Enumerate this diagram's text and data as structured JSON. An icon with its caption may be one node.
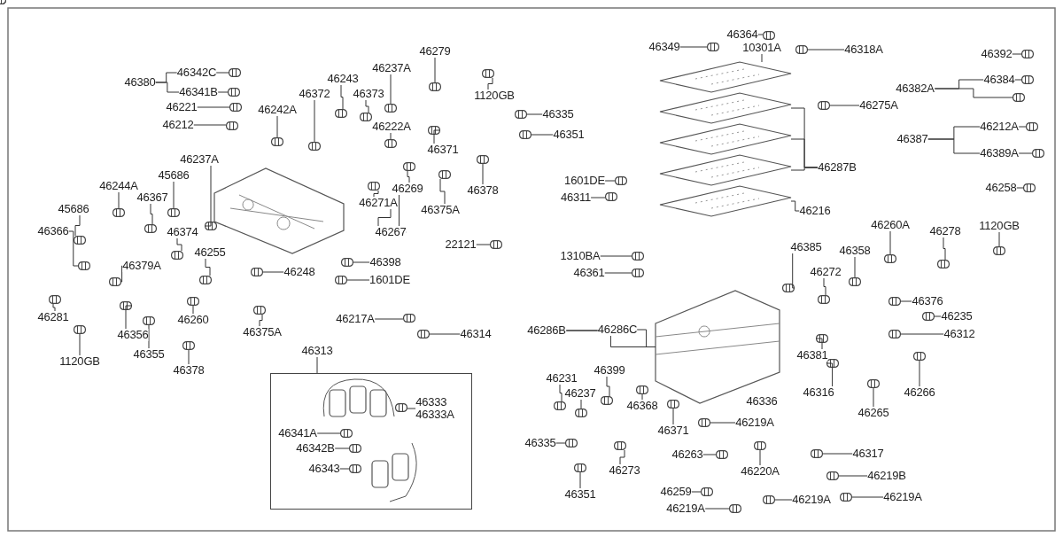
{
  "diagram": {
    "nodes": [
      {
        "text": [
          "46380"
        ]
      },
      {
        "text": [
          "46342C"
        ]
      },
      {
        "text": [
          "46341B"
        ]
      },
      {
        "text": [
          "46221"
        ]
      },
      {
        "text": [
          "46212"
        ]
      },
      {
        "text": [
          "46242A"
        ]
      },
      {
        "text": [
          "46372"
        ]
      },
      {
        "text": [
          "46243"
        ]
      },
      {
        "text": [
          "46373"
        ]
      },
      {
        "text": [
          "46237A"
        ]
      },
      {
        "text": [
          "46222A"
        ]
      },
      {
        "text": [
          "46279"
        ]
      },
      {
        "text": [
          "1120GB"
        ]
      },
      {
        "text": [
          "46335"
        ]
      },
      {
        "text": [
          "46351"
        ]
      },
      {
        "text": [
          "46371"
        ]
      },
      {
        "text": [
          "46378"
        ]
      },
      {
        "text": [
          "46269"
        ]
      },
      {
        "text": [
          "46375A"
        ]
      },
      {
        "text": [
          "46271A"
        ]
      },
      {
        "text": [
          "46267"
        ]
      },
      {
        "text": [
          "22121"
        ]
      },
      {
        "text": [
          "46398"
        ]
      },
      {
        "text": [
          "1601DE"
        ]
      },
      {
        "text": [
          "46237A"
        ]
      },
      {
        "text": [
          "45686"
        ]
      },
      {
        "text": [
          "46244A"
        ]
      },
      {
        "text": [
          "46367"
        ]
      },
      {
        "text": [
          "45686"
        ]
      },
      {
        "text": [
          "46366"
        ]
      },
      {
        "text": [
          "46374"
        ]
      },
      {
        "text": [
          "46379A"
        ]
      },
      {
        "text": [
          "46255"
        ]
      },
      {
        "text": [
          "46248"
        ]
      },
      {
        "text": [
          "46281"
        ]
      },
      {
        "text": [
          "1120GB"
        ]
      },
      {
        "text": [
          "46356"
        ]
      },
      {
        "text": [
          "46355"
        ]
      },
      {
        "text": [
          "46260"
        ]
      },
      {
        "text": [
          "46375A"
        ]
      },
      {
        "text": [
          "46378"
        ]
      },
      {
        "text": [
          "46217A"
        ]
      },
      {
        "text": [
          "46314"
        ]
      },
      {
        "text": [
          "46313"
        ]
      },
      {
        "text": [],
        "shape": "box"
      },
      {
        "text": [
          "46333",
          "46333A"
        ],
        "in": 44
      },
      {
        "text": [
          "46341A"
        ],
        "in": 44
      },
      {
        "text": [
          "46342B"
        ],
        "in": 44
      },
      {
        "text": [
          "46343"
        ],
        "in": 44
      },
      {
        "text": [
          "46349"
        ]
      },
      {
        "text": [
          "46364"
        ]
      },
      {
        "text": [
          "10301A"
        ]
      },
      {
        "text": [
          "46318A"
        ]
      },
      {
        "text": [
          "46275A"
        ]
      },
      {
        "text": [
          "46392"
        ]
      },
      {
        "text": [
          "46382A"
        ]
      },
      {
        "text": [
          "46384"
        ]
      },
      {
        "text": [
          "46387"
        ]
      },
      {
        "text": [
          "46212A"
        ]
      },
      {
        "text": [
          "46389A"
        ]
      },
      {
        "text": [
          "46258"
        ]
      },
      {
        "text": [
          "46287B"
        ]
      },
      {
        "text": [
          "46216"
        ]
      },
      {
        "text": [
          "1601DE"
        ]
      },
      {
        "text": [
          "46311"
        ]
      },
      {
        "text": [
          "1310BA"
        ]
      },
      {
        "text": [
          "46361"
        ]
      },
      {
        "text": [
          "46385"
        ]
      },
      {
        "text": [
          "46358"
        ]
      },
      {
        "text": [
          "46260A"
        ]
      },
      {
        "text": [
          "46278"
        ]
      },
      {
        "text": [
          "1120GB"
        ]
      },
      {
        "text": [
          "46272"
        ]
      },
      {
        "text": [
          "46376"
        ]
      },
      {
        "text": [
          "46235"
        ]
      },
      {
        "text": [
          "46312"
        ]
      },
      {
        "text": [
          "46381"
        ]
      },
      {
        "text": [
          "46316"
        ]
      },
      {
        "text": [
          "46266"
        ]
      },
      {
        "text": [
          "46265"
        ]
      },
      {
        "text": [
          "46336"
        ]
      },
      {
        "text": [
          "46286B"
        ]
      },
      {
        "text": [
          "46286C"
        ]
      },
      {
        "text": [
          "46231"
        ]
      },
      {
        "text": [
          "46237"
        ]
      },
      {
        "text": [
          "46399"
        ]
      },
      {
        "text": [
          "46368"
        ]
      },
      {
        "text": [
          "46371"
        ]
      },
      {
        "text": [
          "46219A"
        ]
      },
      {
        "text": [
          "46335"
        ]
      },
      {
        "text": [
          "46273"
        ]
      },
      {
        "text": [
          "46351"
        ]
      },
      {
        "text": [
          "46263"
        ]
      },
      {
        "text": [
          "46220A"
        ]
      },
      {
        "text": [
          "46317"
        ]
      },
      {
        "text": [
          "46219B"
        ]
      },
      {
        "text": [
          "46259"
        ]
      },
      {
        "text": [
          "46219A"
        ]
      },
      {
        "text": [
          "46219A"
        ]
      },
      {
        "text": [
          "46219A"
        ]
      },
      {
        "text": [],
        "shape": "picture"
      },
      {
        "text": [],
        "shape": "picture"
      },
      {
        "text": [],
        "shape": "picture"
      },
      {
        "text": [],
        "shape": "picture"
      },
      {
        "text": [],
        "shape": "picture"
      },
      {
        "text": [],
        "shape": "picture"
      },
      {
        "text": [],
        "shape": "picture"
      },
      {
        "text": [],
        "shape": "picture"
      },
      {
        "text": [],
        "shape": "picture"
      },
      {
        "text": [],
        "shape": "picture"
      },
      {
        "text": [],
        "shape": "picture"
      },
      {
        "text": [],
        "shape": "picture"
      },
      {
        "text": [],
        "shape": "picture"
      },
      {
        "text": [],
        "shape": "picture"
      },
      {
        "text": [],
        "shape": "picture"
      },
      {
        "text": [],
        "shape": "picture"
      },
      {
        "text": [],
        "shape": "picture"
      },
      {
        "text": [],
        "shape": "picture"
      },
      {
        "text": [],
        "shape": "picture"
      },
      {
        "text": [],
        "shape": "picture"
      },
      {
        "text": [],
        "shape": "picture"
      },
      {
        "text": [],
        "shape": "picture"
      },
      {
        "text": [],
        "shape": "picture"
      },
      {
        "text": [],
        "shape": "picture"
      },
      {
        "text": [],
        "shape": "picture"
      },
      {
        "text": [],
        "shape": "picture"
      },
      {
        "text": [],
        "shape": "picture"
      },
      {
        "text": [],
        "shape": "picture"
      },
      {
        "text": [],
        "shape": "picture"
      },
      {
        "text": [],
        "shape": "picture"
      },
      {
        "text": [],
        "shape": "picture"
      },
      {
        "text": [],
        "shape": "picture"
      },
      {
        "text": [],
        "shape": "picture"
      },
      {
        "text": [],
        "shape": "picture"
      },
      {
        "text": [],
        "shape": "picture"
      },
      {
        "text": [],
        "shape": "picture"
      },
      {
        "text": [],
        "shape": "picture"
      },
      {
        "text": [],
        "shape": "picture"
      },
      {
        "text": [],
        "shape": "picture"
      },
      {
        "text": [],
        "shape": "picture"
      },
      {
        "text": [],
        "shape": "picture"
      },
      {
        "text": [],
        "shape": "picture"
      },
      {
        "text": [],
        "shape": "picture"
      },
      {
        "text": [],
        "shape": "picture"
      },
      {
        "text": [],
        "shape": "picture"
      },
      {
        "text": [],
        "shape": "picture"
      },
      {
        "text": [],
        "shape": "picture"
      },
      {
        "text": [],
        "shape": "picture",
        "in": 44
      },
      {
        "text": [],
        "shape": "picture",
        "in": 44
      },
      {
        "text": [],
        "shape": "picture",
        "in": 44
      },
      {
        "text": [],
        "shape": "picture",
        "in": 44
      },
      {
        "text": [],
        "shape": "picture"
      },
      {
        "text": [],
        "shape": "picture"
      },
      {
        "text": [],
        "shape": "picture"
      },
      {
        "text": [],
        "shape": "picture"
      },
      {
        "text": [],
        "shape": "picture"
      },
      {
        "text": [],
        "shape": "picture"
      },
      {
        "text": [],
        "shape": "picture"
      },
      {
        "text": [],
        "shape": "picture"
      },
      {
        "text": [],
        "shape": "picture"
      },
      {
        "text": [],
        "shape": "picture"
      },
      {
        "text": [],
        "shape": "picture"
      },
      {
        "text": [],
        "shape": "picture"
      },
      {
        "text": [],
        "shape": "picture"
      },
      {
        "text": [],
        "shape": "picture"
      },
      {
        "text": [],
        "shape": "picture"
      },
      {
        "text": [],
        "shape": "picture"
      },
      {
        "text": [],
        "shape": "picture"
      },
      {
        "text": [],
        "shape": "picture"
      },
      {
        "text": [],
        "shape": "picture"
      },
      {
        "text": [],
        "shape": "picture"
      },
      {
        "text": [],
        "shape": "picture"
      },
      {
        "text": [],
        "shape": "picture"
      },
      {
        "text": [],
        "shape": "picture"
      },
      {
        "text": [],
        "shape": "picture"
      },
      {
        "text": [],
        "shape": "picture"
      },
      {
        "text": [],
        "shape": "picture"
      },
      {
        "text": [],
        "shape": "picture"
      },
      {
        "text": [],
        "shape": "picture"
      },
      {
        "text": [],
        "shape": "picture"
      },
      {
        "text": [],
        "shape": "picture"
      },
      {
        "text": [],
        "shape": "picture"
      },
      {
        "text": [],
        "shape": "picture"
      },
      {
        "text": [],
        "shape": "picture"
      },
      {
        "text": [],
        "shape": "picture"
      },
      {
        "text": [],
        "shape": "picture"
      },
      {
        "text": [],
        "shape": "picture"
      },
      {
        "text": [],
        "shape": "picture"
      },
      {
        "text": [],
        "shape": "picture"
      },
      {
        "text": [],
        "shape": "picture"
      },
      {
        "text": [],
        "shape": "picture"
      },
      {
        "text": [],
        "shape": "picture"
      },
      {
        "text": [],
        "shape": "picture"
      },
      {
        "text": [],
        "shape": "picture"
      },
      {
        "text": [],
        "shape": "picture"
      },
      {
        "text": [],
        "shape": "picture"
      },
      {
        "text": [],
        "shape": "picture"
      },
      {
        "text": [],
        "shape": "picture"
      }
    ],
    "edges": [
      {
        "from": 0,
        "to": 1,
        "arrow": "none"
      },
      {
        "from": 0,
        "to": 2,
        "arrow": "none"
      },
      {
        "from": 1,
        "to": 106,
        "arrow": "none"
      },
      {
        "from": 2,
        "to": 107,
        "arrow": "none"
      },
      {
        "from": 3,
        "to": 108,
        "arrow": "none"
      },
      {
        "from": 4,
        "to": 109,
        "arrow": "none"
      },
      {
        "from": 5,
        "to": 110,
        "arrow": "none"
      },
      {
        "from": 6,
        "to": 111,
        "arrow": "none"
      },
      {
        "from": 7,
        "to": 112,
        "arrow": "none"
      },
      {
        "from": 8,
        "to": 113,
        "arrow": "none"
      },
      {
        "from": 9,
        "to": 114,
        "arrow": "none"
      },
      {
        "from": 10,
        "to": 115,
        "arrow": "none"
      },
      {
        "from": 11,
        "to": 116,
        "arrow": "none"
      },
      {
        "from": 12,
        "to": 117,
        "arrow": "none"
      },
      {
        "from": 13,
        "to": 118,
        "arrow": "none"
      },
      {
        "from": 14,
        "to": 119,
        "arrow": "none"
      },
      {
        "from": 15,
        "to": 120,
        "arrow": "none"
      },
      {
        "from": 16,
        "to": 121,
        "arrow": "none"
      },
      {
        "from": 17,
        "to": 122,
        "arrow": "none"
      },
      {
        "from": 18,
        "to": 123,
        "arrow": "none"
      },
      {
        "from": 19,
        "to": 124,
        "arrow": "none"
      },
      {
        "from": 20,
        "to": 19,
        "arrow": "none"
      },
      {
        "from": 20,
        "to": 17,
        "arrow": "none"
      },
      {
        "from": 21,
        "to": 125,
        "arrow": "none"
      },
      {
        "from": 22,
        "to": 126,
        "arrow": "none"
      },
      {
        "from": 23,
        "to": 127,
        "arrow": "none"
      },
      {
        "from": 24,
        "to": 128,
        "arrow": "none"
      },
      {
        "from": 25,
        "to": 129,
        "arrow": "none"
      },
      {
        "from": 26,
        "to": 130,
        "arrow": "none"
      },
      {
        "from": 27,
        "to": 131,
        "arrow": "none"
      },
      {
        "from": 28,
        "to": 132,
        "arrow": "none"
      },
      {
        "from": 29,
        "to": 133,
        "arrow": "none"
      },
      {
        "from": 30,
        "to": 134,
        "arrow": "none"
      },
      {
        "from": 31,
        "to": 135,
        "arrow": "none"
      },
      {
        "from": 32,
        "to": 136,
        "arrow": "none"
      },
      {
        "from": 33,
        "to": 137,
        "arrow": "none"
      },
      {
        "from": 34,
        "to": 138,
        "arrow": "none"
      },
      {
        "from": 35,
        "to": 139,
        "arrow": "none"
      },
      {
        "from": 36,
        "to": 140,
        "arrow": "none"
      },
      {
        "from": 37,
        "to": 141,
        "arrow": "none"
      },
      {
        "from": 38,
        "to": 142,
        "arrow": "none"
      },
      {
        "from": 39,
        "to": 143,
        "arrow": "none"
      },
      {
        "from": 40,
        "to": 144,
        "arrow": "none"
      },
      {
        "from": 41,
        "to": 145,
        "arrow": "none"
      },
      {
        "from": 42,
        "to": 146,
        "arrow": "none"
      },
      {
        "from": 43,
        "to": 44,
        "arrow": "none"
      },
      {
        "from": 45,
        "to": 147,
        "arrow": "none"
      },
      {
        "from": 46,
        "to": 148,
        "arrow": "none"
      },
      {
        "from": 47,
        "to": 149,
        "arrow": "none"
      },
      {
        "from": 48,
        "to": 150,
        "arrow": "none"
      },
      {
        "from": 49,
        "to": 151,
        "arrow": "none"
      },
      {
        "from": 50,
        "to": 152,
        "arrow": "none"
      },
      {
        "from": 51,
        "to": 100,
        "arrow": "none"
      },
      {
        "from": 52,
        "to": 153,
        "arrow": "none"
      },
      {
        "from": 53,
        "to": 154,
        "arrow": "none"
      },
      {
        "from": 54,
        "to": 155,
        "arrow": "none"
      },
      {
        "from": 55,
        "to": 56,
        "arrow": "none"
      },
      {
        "from": 55,
        "to": 156,
        "arrow": "none"
      },
      {
        "from": 56,
        "to": 157,
        "arrow": "none"
      },
      {
        "from": 57,
        "to": 58,
        "arrow": "none"
      },
      {
        "from": 57,
        "to": 59,
        "arrow": "none"
      },
      {
        "from": 58,
        "to": 158,
        "arrow": "none"
      },
      {
        "from": 59,
        "to": 159,
        "arrow": "none"
      },
      {
        "from": 60,
        "to": 160,
        "arrow": "none"
      },
      {
        "from": 61,
        "to": 101,
        "arrow": "none"
      },
      {
        "from": 61,
        "to": 102,
        "arrow": "none"
      },
      {
        "from": 61,
        "to": 103,
        "arrow": "none"
      },
      {
        "from": 62,
        "to": 104,
        "arrow": "none"
      },
      {
        "from": 63,
        "to": 161,
        "arrow": "none"
      },
      {
        "from": 64,
        "to": 162,
        "arrow": "none"
      },
      {
        "from": 65,
        "to": 163,
        "arrow": "none"
      },
      {
        "from": 66,
        "to": 164,
        "arrow": "none"
      },
      {
        "from": 67,
        "to": 165,
        "arrow": "none"
      },
      {
        "from": 68,
        "to": 166,
        "arrow": "none"
      },
      {
        "from": 69,
        "to": 167,
        "arrow": "none"
      },
      {
        "from": 70,
        "to": 168,
        "arrow": "none"
      },
      {
        "from": 71,
        "to": 169,
        "arrow": "none"
      },
      {
        "from": 72,
        "to": 170,
        "arrow": "none"
      },
      {
        "from": 73,
        "to": 171,
        "arrow": "none"
      },
      {
        "from": 74,
        "to": 172,
        "arrow": "none"
      },
      {
        "from": 75,
        "to": 173,
        "arrow": "none"
      },
      {
        "from": 76,
        "to": 174,
        "arrow": "none"
      },
      {
        "from": 77,
        "to": 175,
        "arrow": "none"
      },
      {
        "from": 78,
        "to": 176,
        "arrow": "none"
      },
      {
        "from": 79,
        "to": 177,
        "arrow": "none"
      },
      {
        "from": 80,
        "to": 105,
        "arrow": "none"
      },
      {
        "from": 81,
        "to": 82,
        "arrow": "none"
      },
      {
        "from": 81,
        "to": 105,
        "arrow": "none"
      },
      {
        "from": 82,
        "to": 105,
        "arrow": "none"
      },
      {
        "from": 83,
        "to": 178,
        "arrow": "none"
      },
      {
        "from": 84,
        "to": 179,
        "arrow": "none"
      },
      {
        "from": 85,
        "to": 180,
        "arrow": "none"
      },
      {
        "from": 86,
        "to": 181,
        "arrow": "none"
      },
      {
        "from": 87,
        "to": 182,
        "arrow": "none"
      },
      {
        "from": 88,
        "to": 183,
        "arrow": "none"
      },
      {
        "from": 89,
        "to": 184,
        "arrow": "none"
      },
      {
        "from": 90,
        "to": 185,
        "arrow": "none"
      },
      {
        "from": 91,
        "to": 186,
        "arrow": "none"
      },
      {
        "from": 92,
        "to": 187,
        "arrow": "none"
      },
      {
        "from": 93,
        "to": 188,
        "arrow": "none"
      },
      {
        "from": 94,
        "to": 189,
        "arrow": "none"
      },
      {
        "from": 95,
        "to": 190,
        "arrow": "none"
      },
      {
        "from": 96,
        "to": 191,
        "arrow": "none"
      },
      {
        "from": 97,
        "to": 192,
        "arrow": "none"
      },
      {
        "from": 98,
        "to": 193,
        "arrow": "none"
      },
      {
        "from": 99,
        "to": 194,
        "arrow": "none"
      }
    ]
  }
}
